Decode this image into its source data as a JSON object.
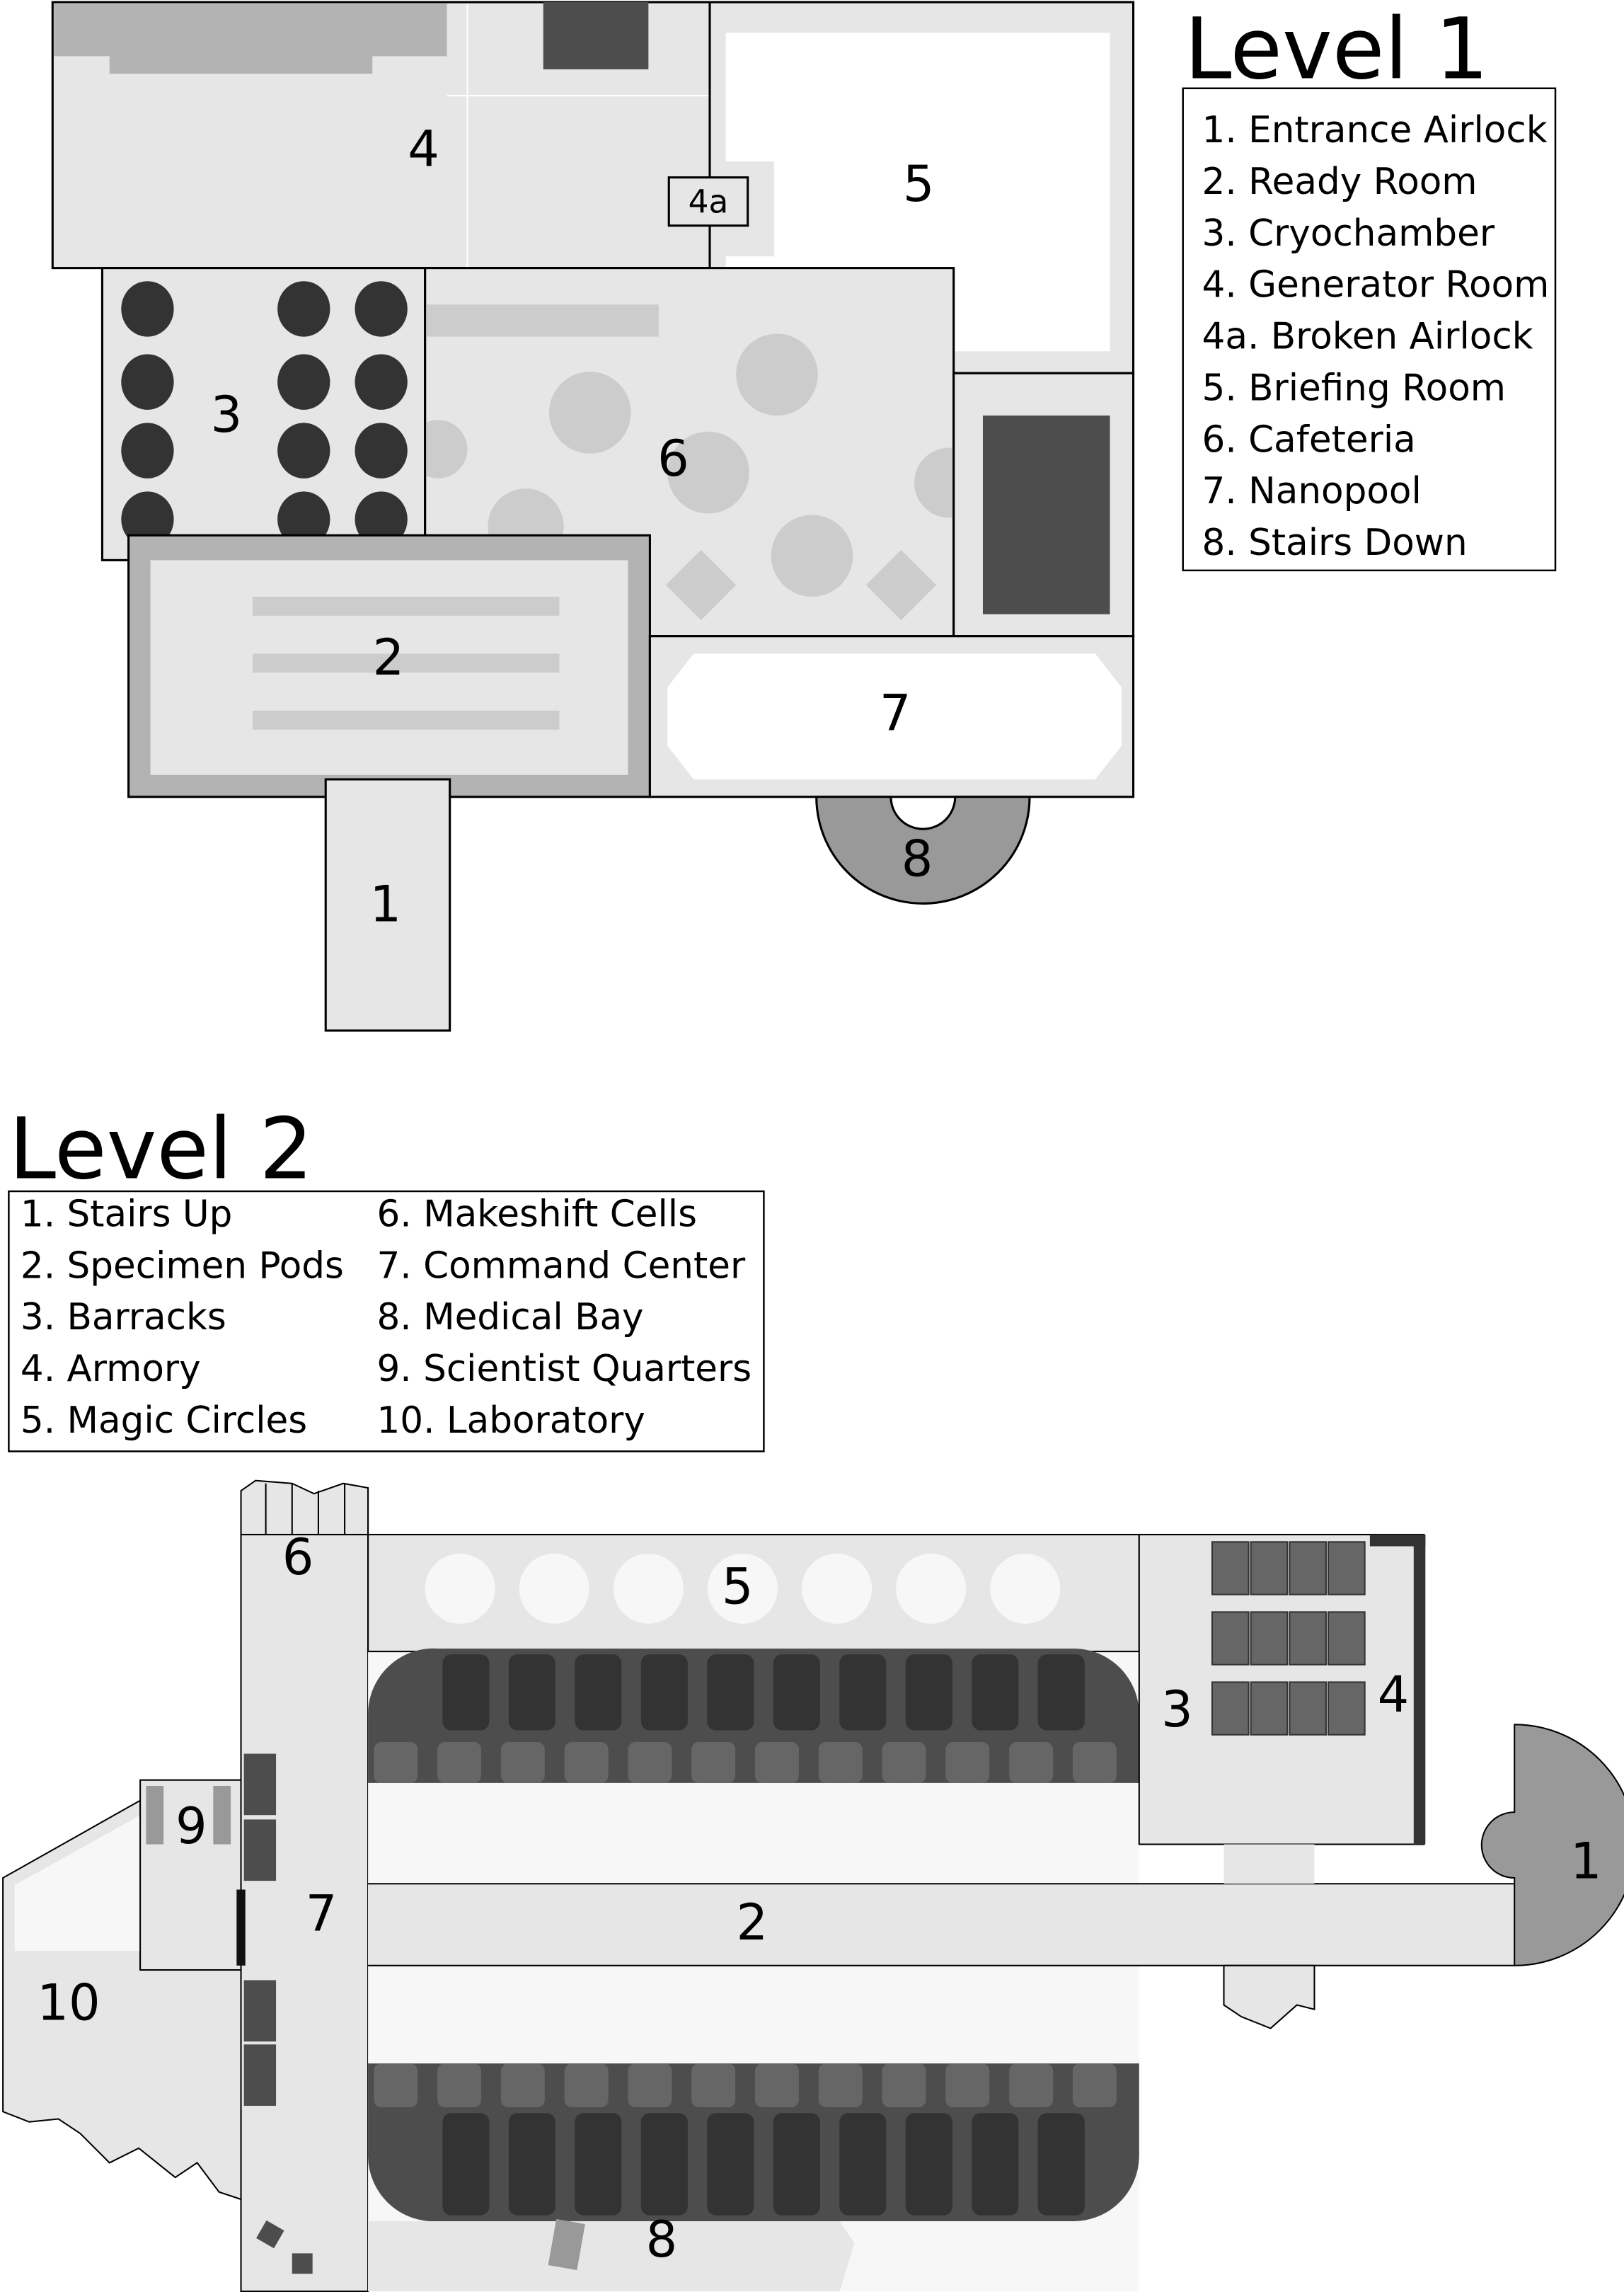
{
  "level1": {
    "title": "Level 1",
    "legend": [
      "1. Entrance Airlock",
      "2. Ready Room",
      "3. Cryochamber",
      "4. Generator Room",
      "4a. Broken Airlock",
      "5. Briefing Room",
      "6. Cafeteria",
      "7. Nanopool",
      "8. Stairs Down"
    ],
    "labels": {
      "r1": "1",
      "r2": "2",
      "r3": "3",
      "r4": "4",
      "r4a": "4a",
      "r5": "5",
      "r6": "6",
      "r7": "7",
      "r8": "8"
    }
  },
  "level2": {
    "title": "Level 2",
    "legend_left": [
      "1. Stairs Up",
      "2. Specimen Pods",
      "3. Barracks",
      "4. Armory",
      "5. Magic Circles"
    ],
    "legend_right": [
      "6. Makeshift Cells",
      "7. Command Center",
      "8. Medical Bay",
      "9. Scientist Quarters",
      "10. Laboratory"
    ],
    "labels": {
      "r1": "1",
      "r2": "2",
      "r3": "3",
      "r4": "4",
      "r5": "5",
      "r6": "6",
      "r7": "7",
      "r8": "8",
      "r9": "9",
      "r10": "10"
    }
  },
  "colors": {
    "floor": "#e6e6e6",
    "wall": "#000000",
    "dark": "#4d4d4d",
    "pod": "#333333",
    "mid": "#b3b3b3"
  }
}
